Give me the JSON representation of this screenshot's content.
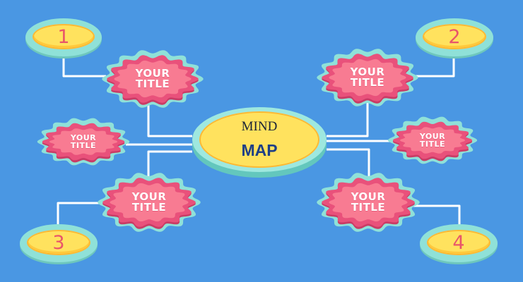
{
  "colors": {
    "background": "#4a97e3",
    "connector": "#ffffff",
    "flower_outer": "#8fe1d8",
    "flower_petal": "#e9517b",
    "flower_core": "#f87b92",
    "badge_ring": "#8fe1d8",
    "badge_fill": "#ffe25e",
    "badge_text": "#e9556a",
    "center_fill": "#ffe25e"
  },
  "center": {
    "line1": "MIND",
    "line2": "MAP"
  },
  "topics": [
    {
      "label": "YOUR\nTITLE",
      "size": "big"
    },
    {
      "label": "YOUR\nTITLE",
      "size": "big"
    },
    {
      "label": "YOUR\nTITLE",
      "size": "small"
    },
    {
      "label": "YOUR\nTITLE",
      "size": "small"
    },
    {
      "label": "YOUR\nTITLE",
      "size": "big"
    },
    {
      "label": "YOUR\nTITLE",
      "size": "big"
    }
  ],
  "badges": [
    "1",
    "2",
    "3",
    "4"
  ]
}
